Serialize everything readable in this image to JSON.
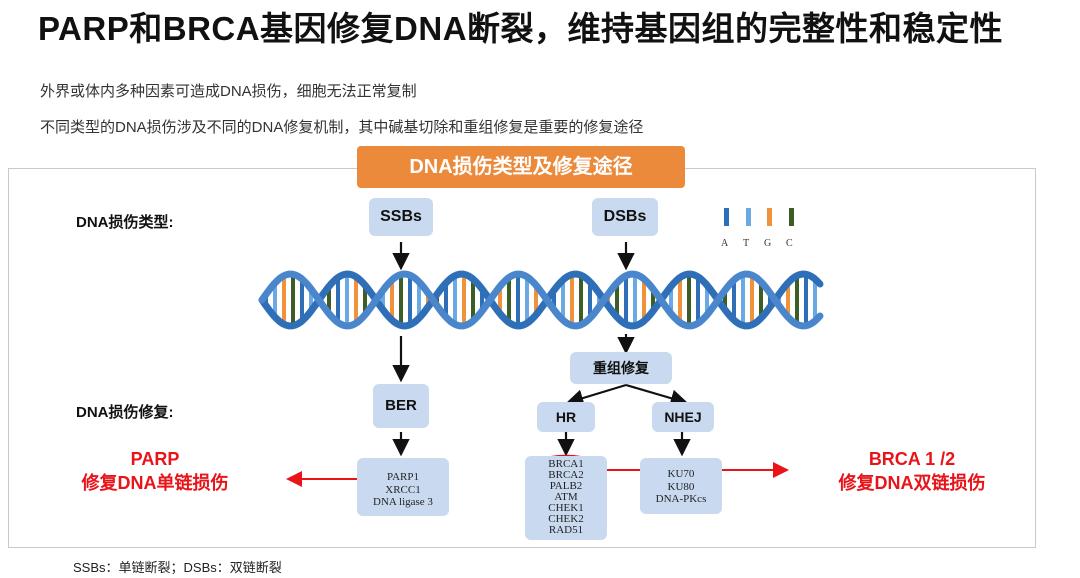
{
  "title": "PARP和BRCA基因修复DNA断裂，维持基因组的完整性和稳定性",
  "subtitle_lines": [
    "外界或体内多种因素可造成DNA损伤，细胞无法正常复制",
    "不同类型的DNA损伤涉及不同的DNA修复机制，其中碱基切除和重组修复是重要的修复途径"
  ],
  "diagram": {
    "banner": "DNA损伤类型及修复途径",
    "damage_type_label": "DNA损伤类型:",
    "damage_repair_label": "DNA损伤修复:",
    "ssb": "SSBs",
    "dsb": "DSBs",
    "ber": "BER",
    "recomb": "重组修复",
    "hr": "HR",
    "nhej": "NHEJ",
    "ber_genes": [
      "PARP1",
      "XRCC1",
      "DNA ligase 3"
    ],
    "hr_genes": [
      "BRCA1",
      "BRCA2",
      "PALB2",
      "ATM",
      "CHEK1",
      "CHEK2",
      "RAD51"
    ],
    "nhej_genes": [
      "KU70",
      "KU80",
      "DNA-PKcs"
    ],
    "base_legend": [
      "A",
      "T",
      "G",
      "C"
    ],
    "parp_title": "PARP",
    "parp_desc": "修复DNA单链损伤",
    "brca_title": "BRCA 1   /2",
    "brca_desc": "修复DNA双链损伤"
  },
  "colors": {
    "banner": "#ec8a3c",
    "box": "#c9daf0",
    "highlight": "#e8141a",
    "helix": "#2f6fb8"
  },
  "footnote": "SSBs：单链断裂；DSBs：双链断裂"
}
